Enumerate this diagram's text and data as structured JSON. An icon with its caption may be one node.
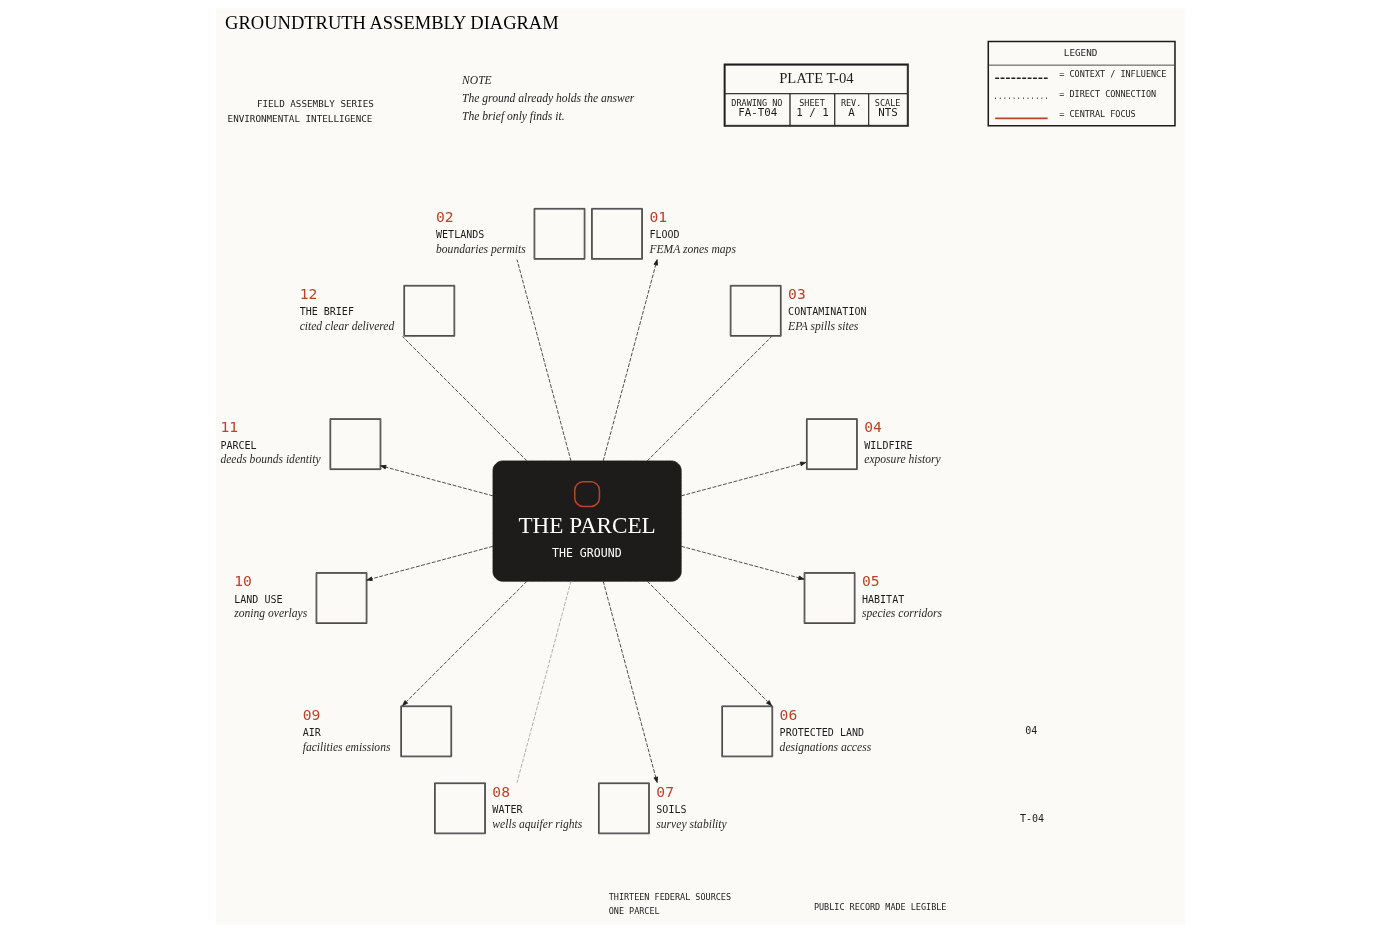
{
  "diagram": {
    "title": "GROUNDTRUTH ASSEMBLY DIAGRAM",
    "nodes": [
      {
        "text": [
          "THE PARCEL",
          "THE GROUND"
        ]
      },
      {
        "text": [
          "01",
          "FLOOD",
          "FEMA zones maps"
        ]
      },
      {
        "text": [
          "02",
          "WETLANDS",
          "boundaries permits"
        ]
      },
      {
        "text": [
          "03",
          "CONTAMINATION",
          "EPA spills sites"
        ]
      },
      {
        "text": [
          "04",
          "WILDFIRE",
          "exposure history"
        ]
      },
      {
        "text": [
          "05",
          "HABITAT",
          "species corridors"
        ]
      },
      {
        "text": [
          "06",
          "PROTECTED LAND",
          "designations access"
        ]
      },
      {
        "text": [
          "07",
          "SOILS",
          "survey stability"
        ]
      },
      {
        "text": [
          "08",
          "WATER",
          "wells aquifer rights"
        ]
      },
      {
        "text": [
          "09",
          "AIR",
          "facilities emissions"
        ]
      },
      {
        "text": [
          "10",
          "LAND USE",
          "zoning overlays"
        ]
      },
      {
        "text": [
          "11",
          "PARCEL",
          "deeds bounds identity"
        ]
      },
      {
        "text": [
          "12",
          "THE BRIEF",
          "cited clear delivered"
        ]
      }
    ],
    "edges": [
      {
        "from": 0,
        "to": 1,
        "arrow": "to",
        "style": "dashed"
      },
      {
        "from": 0,
        "to": 2,
        "arrow": "none",
        "style": "dashed"
      },
      {
        "from": 0,
        "to": 3,
        "arrow": "none",
        "style": "dashed"
      },
      {
        "from": 0,
        "to": 4,
        "arrow": "to",
        "style": "dashed"
      },
      {
        "from": 0,
        "to": 5,
        "arrow": "to",
        "style": "dashed"
      },
      {
        "from": 0,
        "to": 6,
        "arrow": "to",
        "style": "dashed"
      },
      {
        "from": 0,
        "to": 7,
        "arrow": "to",
        "style": "dashed"
      },
      {
        "from": 0,
        "to": 8,
        "arrow": "none",
        "style": "dashed",
        "color": "#9a9a9a"
      },
      {
        "from": 0,
        "to": 9,
        "arrow": "to",
        "style": "dashed"
      },
      {
        "from": 0,
        "to": 10,
        "arrow": "to",
        "style": "dashed"
      },
      {
        "from": 0,
        "to": 11,
        "arrow": "to",
        "style": "dashed"
      },
      {
        "from": 0,
        "to": 12,
        "arrow": "none",
        "style": "dashed"
      }
    ],
    "labels": [
      "PLATE T-04",
      "DRAWING NO",
      "SHEET",
      "REV.",
      "SCALE",
      "FA-T04",
      "1 / 1",
      "A",
      "NTS",
      "FIELD ASSEMBLY SERIES",
      "ENVIRONMENTAL INTELLIGENCE",
      "THIRTEEN FEDERAL SOURCES",
      "ONE PARCEL",
      "PUBLIC RECORD MADE LEGIBLE",
      "NOTE",
      "The ground already holds the answer",
      "The brief only finds it.",
      "LEGEND",
      "T-04",
      "04"
    ],
    "legend": [
      {
        "text": "= CONTEXT / INFLUENCE"
      },
      {
        "text": "= DIRECT CONNECTION"
      },
      {
        "text": "= CENTRAL FOCUS"
      }
    ]
  }
}
